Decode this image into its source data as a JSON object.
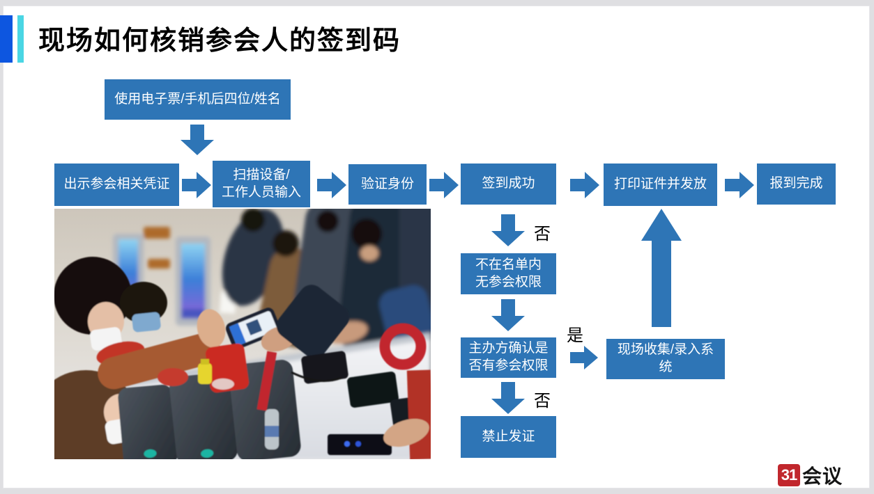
{
  "slide": {
    "title": "现场如何核销参会人的签到码",
    "accent_blue": "#0d56e0",
    "accent_cyan": "#4ad6e4"
  },
  "flow": {
    "box_fill": "#2e75b6",
    "top_box": "使用电子票/手机后四位/姓名",
    "main_row": [
      "出示参会相关凭证",
      "扫描设备/\n工作人员输入",
      "验证身份",
      "签到成功",
      "打印证件并发放",
      "报到完成"
    ],
    "not_in_list": "不在名单内\n无参会权限",
    "organizer_confirm": "主办方确认是\n否有参会权限",
    "onsite_collect": "现场收集/录入系\n统",
    "forbid": "禁止发证",
    "label_no": "否",
    "label_yes": "是"
  },
  "logo": {
    "mark": "31",
    "text": "会议",
    "color": "#c1272d"
  }
}
